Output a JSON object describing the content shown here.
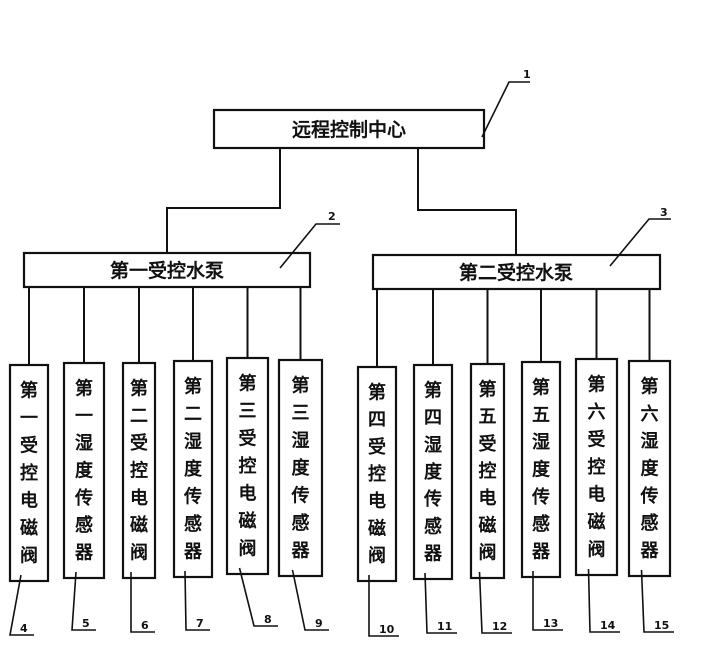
{
  "diagram": {
    "type": "block-diagram",
    "root": {
      "label": "远程控制中心",
      "ref": "1"
    },
    "pumps": [
      {
        "label": "第一受控水泵",
        "ref": "2"
      },
      {
        "label": "第二受控水泵",
        "ref": "3"
      }
    ],
    "devices": [
      {
        "label": "第一受控电磁阀",
        "ref": "4",
        "pump": 0
      },
      {
        "label": "第一湿度传感器",
        "ref": "5",
        "pump": 0
      },
      {
        "label": "第二受控电磁阀",
        "ref": "6",
        "pump": 0
      },
      {
        "label": "第二湿度传感器",
        "ref": "7",
        "pump": 0
      },
      {
        "label": "第三受控电磁阀",
        "ref": "8",
        "pump": 0
      },
      {
        "label": "第三湿度传感器",
        "ref": "9",
        "pump": 0
      },
      {
        "label": "第四受控电磁阀",
        "ref": "10",
        "pump": 1
      },
      {
        "label": "第四湿度传感器",
        "ref": "11",
        "pump": 1
      },
      {
        "label": "第五受控电磁阀",
        "ref": "12",
        "pump": 1
      },
      {
        "label": "第五湿度传感器",
        "ref": "13",
        "pump": 1
      },
      {
        "label": "第六受控电磁阀",
        "ref": "14",
        "pump": 1
      },
      {
        "label": "第六湿度传感器",
        "ref": "15",
        "pump": 1
      }
    ],
    "edges": [
      [
        "远程控制中心",
        "第一受控水泵"
      ],
      [
        "远程控制中心",
        "第二受控水泵"
      ]
    ]
  }
}
